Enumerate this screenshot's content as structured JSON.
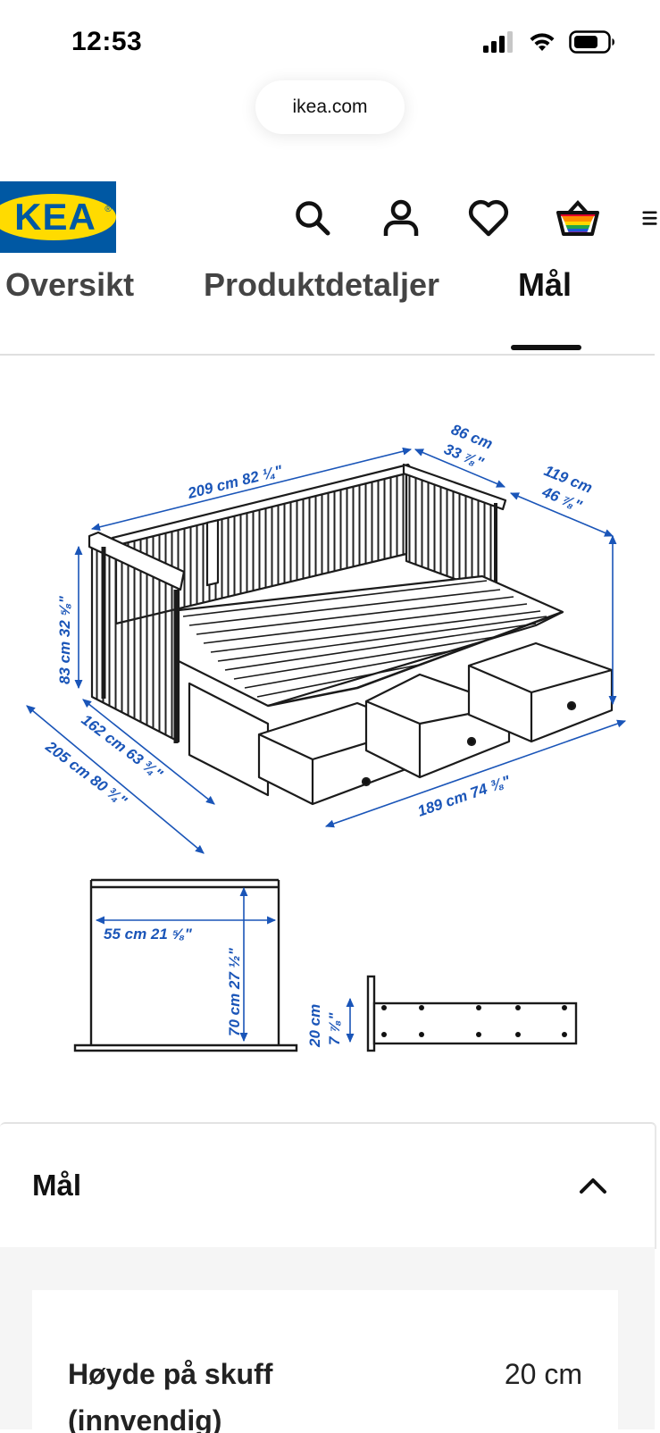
{
  "status_bar": {
    "time": "12:53",
    "icons": [
      "signal-icon",
      "wifi-icon",
      "battery-icon"
    ]
  },
  "browser": {
    "url": "ikea.com"
  },
  "header": {
    "logo_text": "KEA",
    "logo_mark": "®",
    "icons": [
      "search-icon",
      "account-icon",
      "wishlist-heart-icon",
      "shopping-basket-icon",
      "menu-icon"
    ]
  },
  "tabs": [
    {
      "label": "Oversikt",
      "active": false
    },
    {
      "label": "Produktdetaljer",
      "active": false
    },
    {
      "label": "Mål",
      "active": true
    }
  ],
  "drawing": {
    "dims": {
      "width_top": "209 cm 82 ¼\"",
      "depth_top_cm": "86 cm",
      "depth_top_in": "33 ⅞\"",
      "depth_ext_cm": "119 cm",
      "depth_ext_in": "46 ⅞\"",
      "height": "83 cm 32 ⅝\"",
      "length_162": "162 cm 63 ¾\"",
      "length_205": "205 cm 80 ¾\"",
      "length_189": "189 cm 74 ⅜\"",
      "inner_width": "55 cm 21 ⅝\"",
      "inner_height": "70 cm 27 ½\"",
      "drawer_height_cm": "20 cm",
      "drawer_height_in": "7 ⅞\""
    }
  },
  "accordion": {
    "title": "Mål",
    "expanded": true
  },
  "specs": [
    {
      "label_line1": "Høyde på skuff",
      "label_line2": "(innvendig)",
      "value": "20 cm"
    }
  ],
  "colors": {
    "ikea_blue": "#0058a3",
    "ikea_yellow": "#ffdb00",
    "dimension_blue": "#1a55b8",
    "panel_gray": "#f5f5f5"
  }
}
